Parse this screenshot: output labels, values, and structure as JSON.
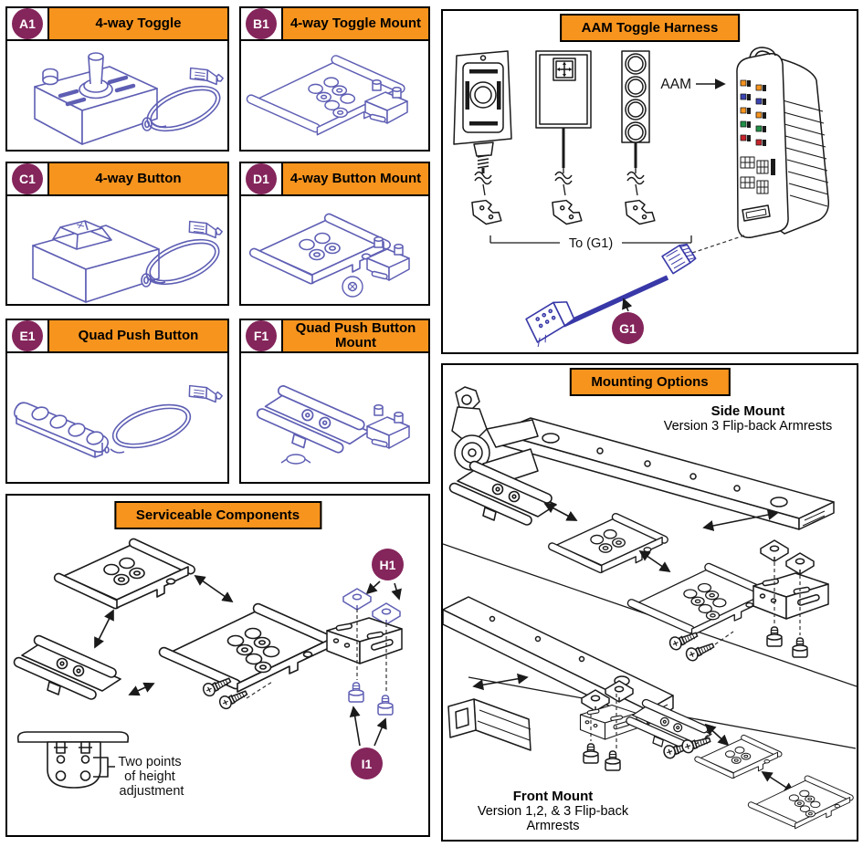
{
  "colors": {
    "header_orange": "#F7941E",
    "badge_plum": "#84255B",
    "component_blue": "#5E5EB4",
    "harness_cable_blue": "#3838A8",
    "line_black": "#1A1A1A"
  },
  "panels": {
    "a1": {
      "badge": "A1",
      "title": "4-way Toggle"
    },
    "b1": {
      "badge": "B1",
      "title": "4-way Toggle Mount"
    },
    "c1": {
      "badge": "C1",
      "title": "4-way Button"
    },
    "d1": {
      "badge": "D1",
      "title": "4-way Button Mount"
    },
    "e1": {
      "badge": "E1",
      "title": "Quad Push Button"
    },
    "f1": {
      "badge": "F1",
      "title": "Quad Push Button Mount"
    },
    "aam_harness": {
      "title": "AAM Toggle Harness",
      "aam_label": "AAM",
      "to_g1_label": "To (G1)",
      "g1_badge": "G1",
      "module_port_colors": [
        "#F7941E",
        "#3A43B0",
        "#F7941E",
        "#1F9147",
        "#C7242B"
      ]
    },
    "serviceable": {
      "title": "Serviceable Components",
      "h1_badge": "H1",
      "i1_badge": "I1",
      "height_note": [
        "Two points",
        "of height",
        "adjustment"
      ]
    },
    "mounting": {
      "title": "Mounting Options",
      "side_mount": {
        "title": "Side Mount",
        "subtitle": "Version 3 Flip-back Armrests"
      },
      "front_mount": {
        "title": "Front Mount",
        "subtitle": "Version 1,2, & 3 Flip-back Armrests"
      }
    }
  }
}
